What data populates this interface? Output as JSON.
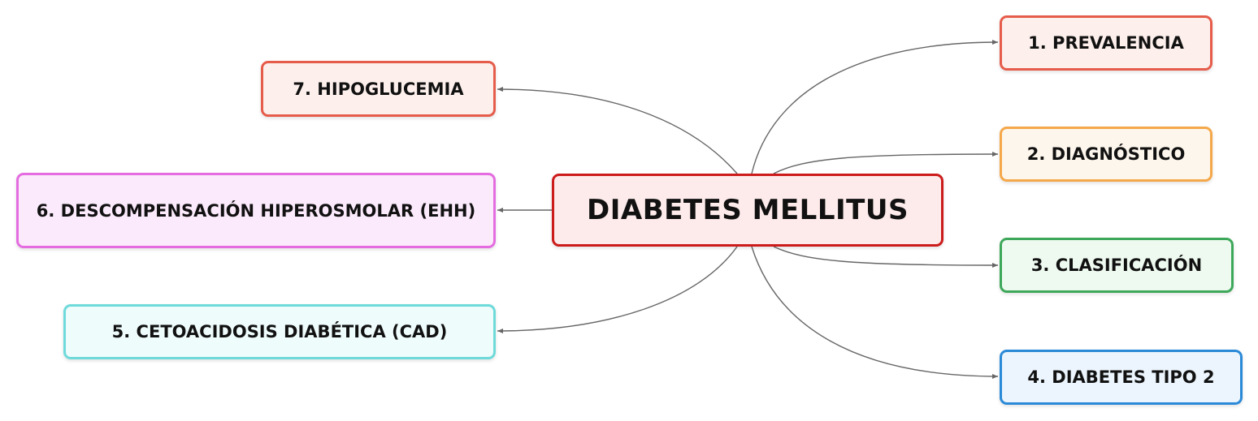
{
  "center": {
    "label": "DIABETES MELLITUS",
    "border_color": "#cc1b1b",
    "fill_color": "#fdeaea"
  },
  "topics": [
    {
      "id": "prevalencia",
      "label": "1. PREVALENCIA",
      "border_color": "#e65c4b",
      "fill_color": "#fdf0ec"
    },
    {
      "id": "diagnostico",
      "label": "2. DIAGNÓSTICO",
      "border_color": "#f5a84a",
      "fill_color": "#fdf6ec"
    },
    {
      "id": "clasificacion",
      "label": "3. CLASIFICACIÓN",
      "border_color": "#3ea85a",
      "fill_color": "#eefaf0"
    },
    {
      "id": "diabetes-tipo-2",
      "label": "4. DIABETES TIPO 2",
      "border_color": "#2b8ad8",
      "fill_color": "#ecf5fd"
    },
    {
      "id": "cetoacidosis",
      "label": "5. CETOACIDOSIS DIABÉTICA (CAD)",
      "border_color": "#6fdada",
      "fill_color": "#effcfc"
    },
    {
      "id": "descompensacion",
      "label": "6. DESCOMPENSACIÓN HIPEROSMOLAR (EHH)",
      "border_color": "#e46ce0",
      "fill_color": "#fbeafb"
    },
    {
      "id": "hipoglucemia",
      "label": "7. HIPOGLUCEMIA",
      "border_color": "#e65c4b",
      "fill_color": "#fdf0ec"
    }
  ],
  "connector_color": "#666666"
}
